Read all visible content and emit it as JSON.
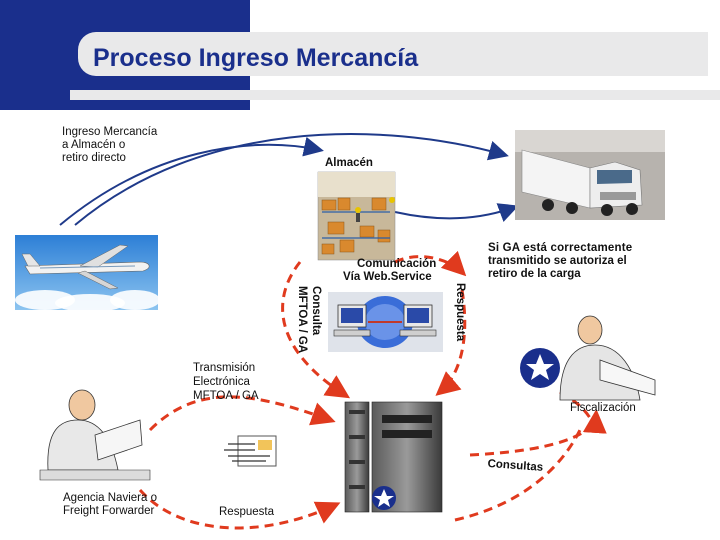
{
  "title": "Proceso Ingreso Mercancía",
  "labels": {
    "ingreso": [
      "Ingreso Mercancía",
      " a Almacén o",
      "retiro directo"
    ],
    "almacen": "Almacén",
    "comunicacion": [
      "Comunicación",
      "Vía Web.Service"
    ],
    "consulta": [
      "Consulta",
      "MFTOA / GA"
    ],
    "respuesta_vertical": "Respuesta",
    "si_ga": [
      "Si  GA  está  correctamente",
      "transmitido  se  autoriza  el",
      "retiro de la carga"
    ],
    "transmision": [
      "Transmisión",
      "Electrónica",
      "MFTOA / GA"
    ],
    "fiscalizacion": "Fiscalización",
    "consultas": "Consultas",
    "agencia": [
      "Agencia Naviera o",
      "Freight Forwarder"
    ],
    "respuesta_bottom": "Respuesta"
  },
  "colors": {
    "brand": "#1a2f8c",
    "arrow_red": "#e03a1e",
    "arrow_blue": "#1f3a8a",
    "band": "#e9e9ea"
  },
  "icons": [
    "airplane-icon",
    "warehouse-icon",
    "truck-icon",
    "web-service-icon",
    "customs-officer-icon",
    "agent-officer-icon",
    "document-icon",
    "server-icon",
    "customs-badge-icon"
  ]
}
